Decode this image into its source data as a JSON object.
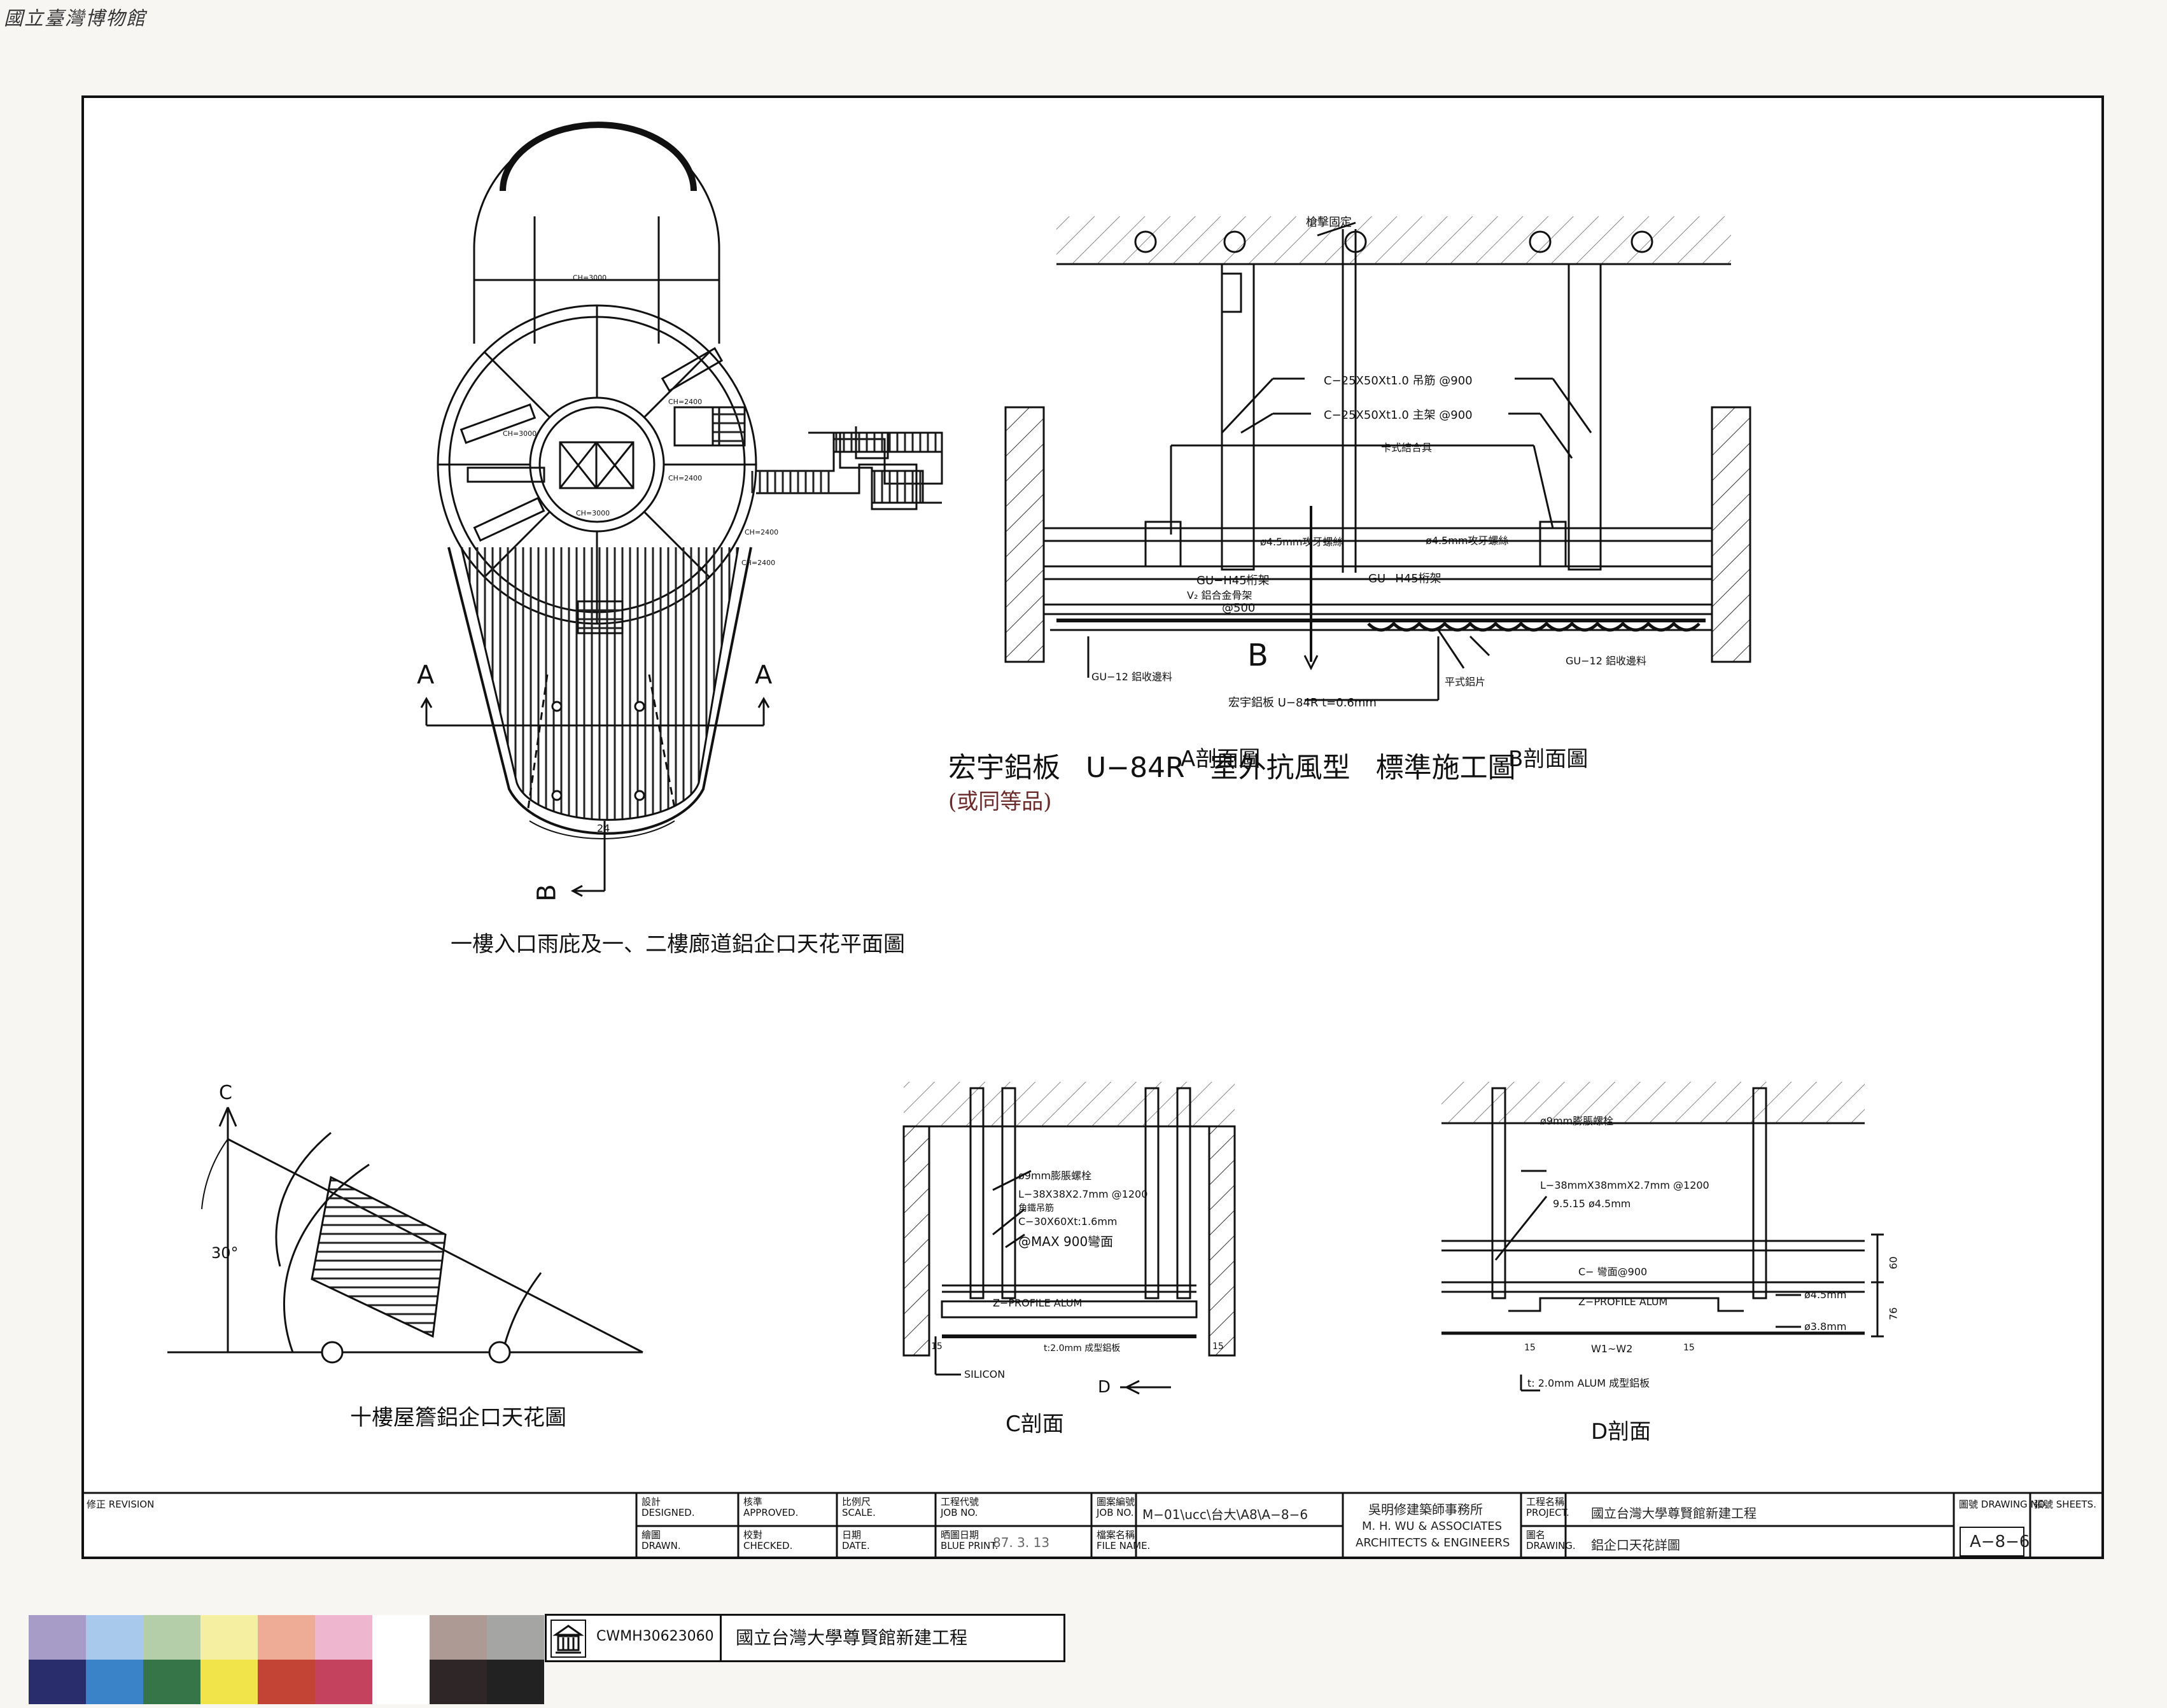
{
  "watermark": "國立臺灣博物館",
  "plan": {
    "caption": "一樓入口雨庇及一、二樓廊道鋁企口天花平面圖",
    "section_markers": {
      "a_left": "A",
      "a_right": "A",
      "b": "B"
    },
    "ch_labels": [
      "CH=3000",
      "CH=3000",
      "CH=3000",
      "CH=2400",
      "CH=2400",
      "CH=2400",
      "CH=2400"
    ],
    "dim": "24"
  },
  "section_a": {
    "caption": "A剖面圖",
    "b_marker": "B",
    "notes": {
      "fix": "槍擊固定",
      "c25_hanger": "C−25X50Xt1.0 吊筋 @900",
      "c25_main": "C−25X50Xt1.0 主架 @900",
      "clip": "卡式結合具",
      "screw_left": "ø4.5mm攻牙螺絲",
      "screw_right": "ø4.5mm攻牙螺絲",
      "gu_h45_left": "GU−H45桁架",
      "gu_h45_right": "GU−H45桁架",
      "v_alloy": "V₂ 鋁合金骨架",
      "at500": "@500",
      "gu12_left": "GU−12 鋁收邊料",
      "gu12_right": "GU−12 鋁收邊料",
      "panel": "宏宇鋁板  U−84R  t=0.6mm",
      "flat": "平式鋁片"
    }
  },
  "section_b": {
    "caption": "B剖面圖"
  },
  "title": {
    "brand": "宏宇鋁板",
    "model": "U−84R",
    "type": "室外抗風型",
    "name": "標準施工圖",
    "sub": "(或同等品)"
  },
  "roof": {
    "caption": "十樓屋簷鋁企口天花圖",
    "marker": "C",
    "angle": "30°"
  },
  "section_c": {
    "caption": "C剖面",
    "marker": "D",
    "notes": {
      "bolt": "ø9mm膨脹螺栓",
      "angle": "L−38X38X2.7mm @1200",
      "angle2": "角鐵吊筋",
      "channel": "C−30X60Xt:1.6mm",
      "max": "@MAX 900彎面",
      "zprofile": "Z−PROFILE ALUM",
      "silicon": "SILICON",
      "board": "t:2.0mm 成型鋁板",
      "d15a": "15",
      "d15b": "15"
    }
  },
  "section_d": {
    "caption": "D剖面",
    "notes": {
      "bolt": "ø9mm膨脹螺栓",
      "angle": "L−38mmX38mmX2.7mm @1200",
      "screw": "9.5.15 ø4.5mm",
      "channel": "C− 彎面@900",
      "zprofile": "Z−PROFILE  ALUM",
      "s45": "ø4.5mm",
      "s38": "ø3.8mm",
      "d15a": "15",
      "d15b": "15",
      "w": "W1~W2",
      "board": "t: 2.0mm  ALUM 成型鋁板",
      "d60": "60",
      "d76": "76"
    }
  },
  "titleblock": {
    "revision": "修正  REVISION",
    "designed": "設計\nDESIGNED.",
    "drawn": "繪圖\nDRAWN.",
    "approved": "核準\nAPPROVED.",
    "checked": "校對\nCHECKED.",
    "scale": "比例尺\nSCALE.",
    "date": "日期\nDATE.",
    "jobno_code": "工程代號\nJOB NO.",
    "blueprint": "晒圖日期\nBLUE PRINT.",
    "blueprint_val": "87. 3. 13",
    "jobno": "圖案編號\nJOB NO.",
    "jobno_val": "M−01\\ucc\\台大\\A8\\A−8−6",
    "filename": "檔案名稱\nFILE NAME.",
    "firm_cn": "吳明修建築師事務所",
    "firm_en1": "M. H. WU & ASSOCIATES",
    "firm_en2": "ARCHITECTS & ENGINEERS",
    "project_lbl": "工程名稱\nPROJECT.",
    "project": "國立台灣大學尊賢館新建工程",
    "drawing_lbl": "圖名\nDRAWING.",
    "drawing": "鋁企口天花詳圖",
    "drawing_no_lbl": "圖號  DRAWING NO.",
    "sheets_lbl": "張號  SHEETS.",
    "drawing_no": "A−8−6"
  },
  "archive": {
    "code": "CWMH30623060",
    "project": "國立台灣大學尊賢館新建工程"
  },
  "colors": {
    "swatch_top": [
      "#a79bc8",
      "#a9c9ec",
      "#b4ceaa",
      "#f5efa2",
      "#eeab95",
      "#eeb7cf",
      "#ffffff",
      "#ad9a95",
      "#a5a5a3"
    ],
    "swatch_bottom": [
      "#2a2d6b",
      "#3b83c9",
      "#357548",
      "#f1e44a",
      "#c34335",
      "#c4425e",
      "#ffffff",
      "#2f2628",
      "#222222"
    ]
  }
}
